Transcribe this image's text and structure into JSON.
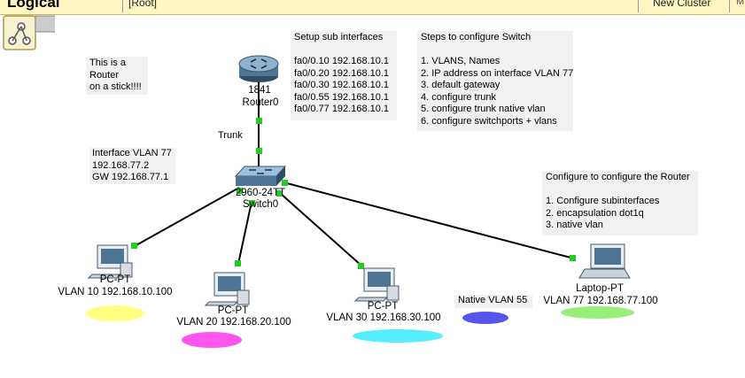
{
  "toolbar": {
    "mode_label": "Logical",
    "path_label": "[Root]",
    "new_cluster_label": "New Cluster",
    "more_label": "M"
  },
  "notes": {
    "router_on_stick": "This is a\nRouter\non a stick!!!!",
    "subinterfaces": "Setup sub interfaces\n\nfa0/0.10 192.168.10.1\nfa0/0.20 192.168.10.1\nfa0/0.30 192.168.10.1\nfa0/0.55 192.168.10.1\nfa0/0.77 192.168.10.1",
    "switch_steps": "Steps to configure Switch\n\n1. VLANS, Names\n2. IP address on interface VLAN 77\n3. default gateway\n4. configure trunk\n5. configure trunk native vlan\n6. configure switchports + vlans",
    "interface_vlan": "Interface VLAN 77\n192.168.77.2\nGW 192.168.77.1",
    "router_config": "Configure to configure the Router\n\n1. Configure subinterfaces\n2. encapsulation dot1q\n3. native vlan",
    "native_vlan": "Native VLAN 55",
    "trunk": "Trunk"
  },
  "devices": {
    "router": {
      "model": "1841",
      "name": "Router0"
    },
    "switch": {
      "model": "2960-24TT",
      "name": "Switch0"
    },
    "pc1": {
      "type": "PC-PT",
      "vlan": "VLAN 10 192.168.10.100"
    },
    "pc2": {
      "type": "PC-PT",
      "vlan": "VLAN 20 192.168.20.100"
    },
    "pc3": {
      "type": "PC-PT",
      "vlan": "VLAN 30 192.168.30.100"
    },
    "laptop": {
      "type": "Laptop-PT",
      "vlan": "VLAN 77 192.168.77.100"
    }
  },
  "colors": {
    "link": "#000000",
    "link_light": "#22cc22",
    "vlan10": "#ffff80",
    "vlan20": "#ff55ee",
    "vlan30": "#55eeff",
    "vlan55": "#5555ee",
    "vlan77": "#99ee77"
  }
}
